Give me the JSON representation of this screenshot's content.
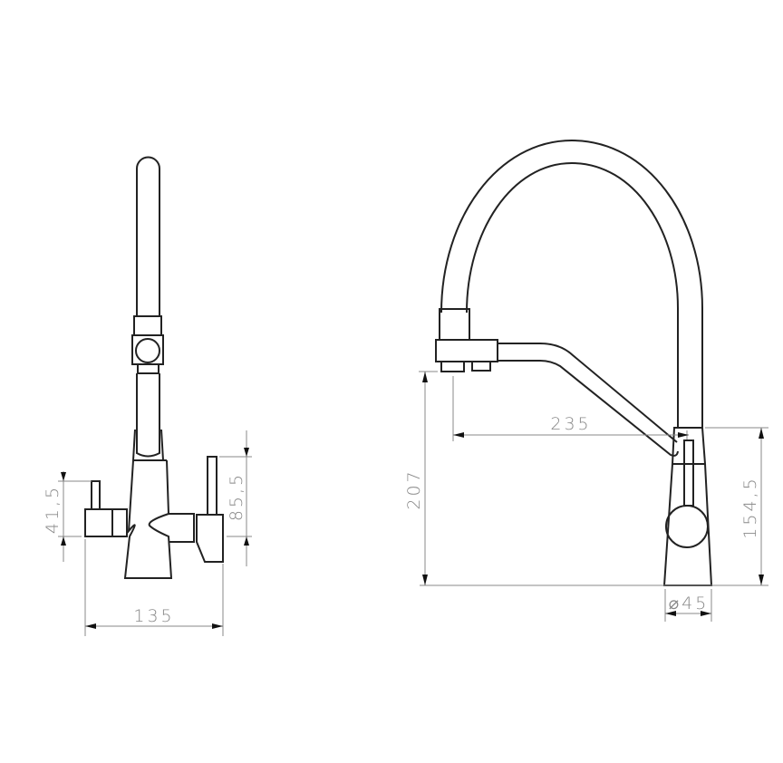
{
  "front_view": {
    "dimensions": {
      "width": "135",
      "handle_height": "41,5",
      "lever_height": "85,5"
    }
  },
  "side_view": {
    "dimensions": {
      "total_height": "207",
      "reach": "235",
      "body_height": "154,5",
      "base_diameter": "⌀45"
    }
  }
}
